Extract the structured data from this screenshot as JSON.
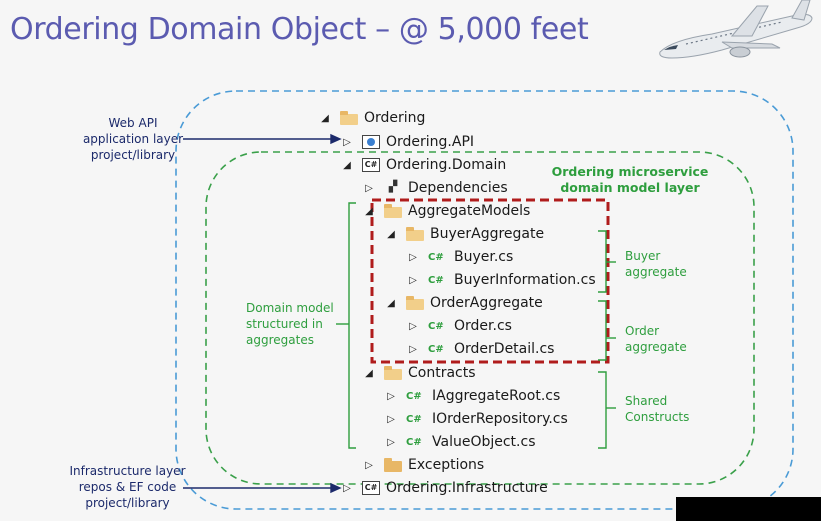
{
  "title": "Ordering Domain Object – @ 5,000 feet",
  "tree": {
    "ordering": "Ordering",
    "ordering_api": "Ordering.API",
    "ordering_domain": "Ordering.Domain",
    "dependencies": "Dependencies",
    "aggregate_models": "AggregateModels",
    "buyer_aggregate": "BuyerAggregate",
    "buyer_cs": "Buyer.cs",
    "buyer_information_cs": "BuyerInformation.cs",
    "order_aggregate": "OrderAggregate",
    "order_cs": "Order.cs",
    "order_detail_cs": "OrderDetail.cs",
    "contracts": "Contracts",
    "iaggregate_root_cs": "IAggregateRoot.cs",
    "iorder_repository_cs": "IOrderRepository.cs",
    "value_object_cs": "ValueObject.cs",
    "exceptions": "Exceptions",
    "ordering_infrastructure": "Ordering.Infrastructure"
  },
  "labels": {
    "web_api": "Web API\napplication layer\nproject/library",
    "microservice_layer": "Ordering microservice\ndomain model layer",
    "domain_model": "Domain model\nstructured in\naggregates",
    "buyer_aggregate": "Buyer\naggregate",
    "order_aggregate": "Order\naggregate",
    "shared_constructs": "Shared\nConstructs",
    "infrastructure": "Infrastructure layer\nrepos & EF code\nproject/library"
  },
  "icons": {
    "csharp": "C#",
    "project": "C#"
  },
  "colors": {
    "title": "#5b5bb0",
    "outer_dashed": "#4a9bd6",
    "inner_dashed": "#3aa04a",
    "aggregate_box": "#b01c1c",
    "green_text": "#2e9e3e",
    "dark_text": "#1c2a6b",
    "arrow": "#1c2a6b"
  }
}
